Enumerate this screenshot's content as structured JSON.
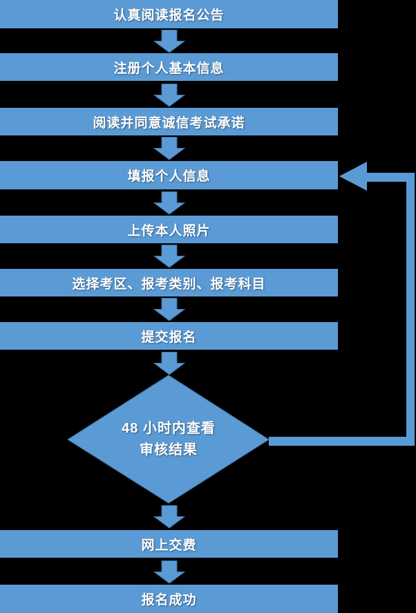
{
  "colors": {
    "background": "#000000",
    "shape_fill": "#5B9BD5",
    "shape_border": "#41719C",
    "text_color": "#FFFFFF"
  },
  "nodes": [
    {
      "type": "process",
      "label": "认真阅读报名公告"
    },
    {
      "type": "process",
      "label": "注册个人基本信息"
    },
    {
      "type": "process",
      "label": "阅读并同意诚信考试承诺"
    },
    {
      "type": "process",
      "label": "填报个人信息"
    },
    {
      "type": "process",
      "label": "上传本人照片"
    },
    {
      "type": "process",
      "label": "选择考区、报考类别、报考科目"
    },
    {
      "type": "process",
      "label": "提交报名"
    },
    {
      "type": "decision",
      "label": "48 小时内查看 审核结果",
      "lines": [
        "48 小时内查看",
        "审核结果"
      ]
    },
    {
      "type": "process",
      "label": "网上交费"
    },
    {
      "type": "process",
      "label": "报名成功"
    }
  ],
  "connections": [
    {
      "from": "认真阅读报名公告",
      "to": "注册个人基本信息",
      "kind": "forward"
    },
    {
      "from": "注册个人基本信息",
      "to": "阅读并同意诚信考试承诺",
      "kind": "forward"
    },
    {
      "from": "阅读并同意诚信考试承诺",
      "to": "填报个人信息",
      "kind": "forward"
    },
    {
      "from": "填报个人信息",
      "to": "上传本人照片",
      "kind": "forward"
    },
    {
      "from": "上传本人照片",
      "to": "选择考区、报考类别、报考科目",
      "kind": "forward"
    },
    {
      "from": "选择考区、报考类别、报考科目",
      "to": "提交报名",
      "kind": "forward"
    },
    {
      "from": "提交报名",
      "to": "48 小时内查看 审核结果",
      "kind": "forward"
    },
    {
      "from": "48 小时内查看 审核结果",
      "to": "网上交费",
      "kind": "forward"
    },
    {
      "from": "48 小时内查看 审核结果",
      "to": "填报个人信息",
      "kind": "feedback-loop"
    },
    {
      "from": "网上交费",
      "to": "报名成功",
      "kind": "forward"
    }
  ]
}
